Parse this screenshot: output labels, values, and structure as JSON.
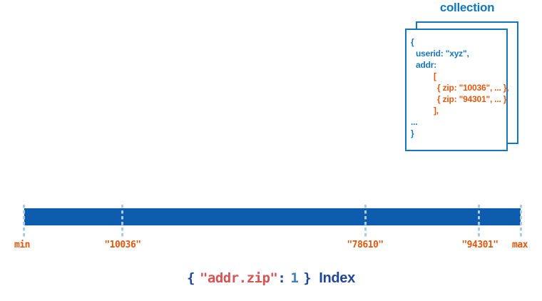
{
  "collection": {
    "title": "collection",
    "doc_lines": [
      "{",
      "userid: \"xyz\",",
      "addr:",
      "[",
      "{ zip: \"10036\", ... },",
      "{ zip: \"94301\", ... }",
      "],",
      "...",
      "}"
    ]
  },
  "index_bar": {
    "tick_labels": [
      "min",
      "\"10036\"",
      "\"78610\"",
      "\"94301\"",
      "max"
    ]
  },
  "caption": {
    "open_brace": "{",
    "key": "\"addr.zip\"",
    "colon": ":",
    "value": "1",
    "close_brace": "}",
    "label": "Index"
  },
  "colors": {
    "blue": "#1477bd",
    "bar_blue": "#0e5cad",
    "tick": "#a9cbe8",
    "orange": "#e2570e",
    "caption_navy": "#1f4795",
    "caption_red": "#d75454",
    "value_blue": "#4080c0"
  }
}
